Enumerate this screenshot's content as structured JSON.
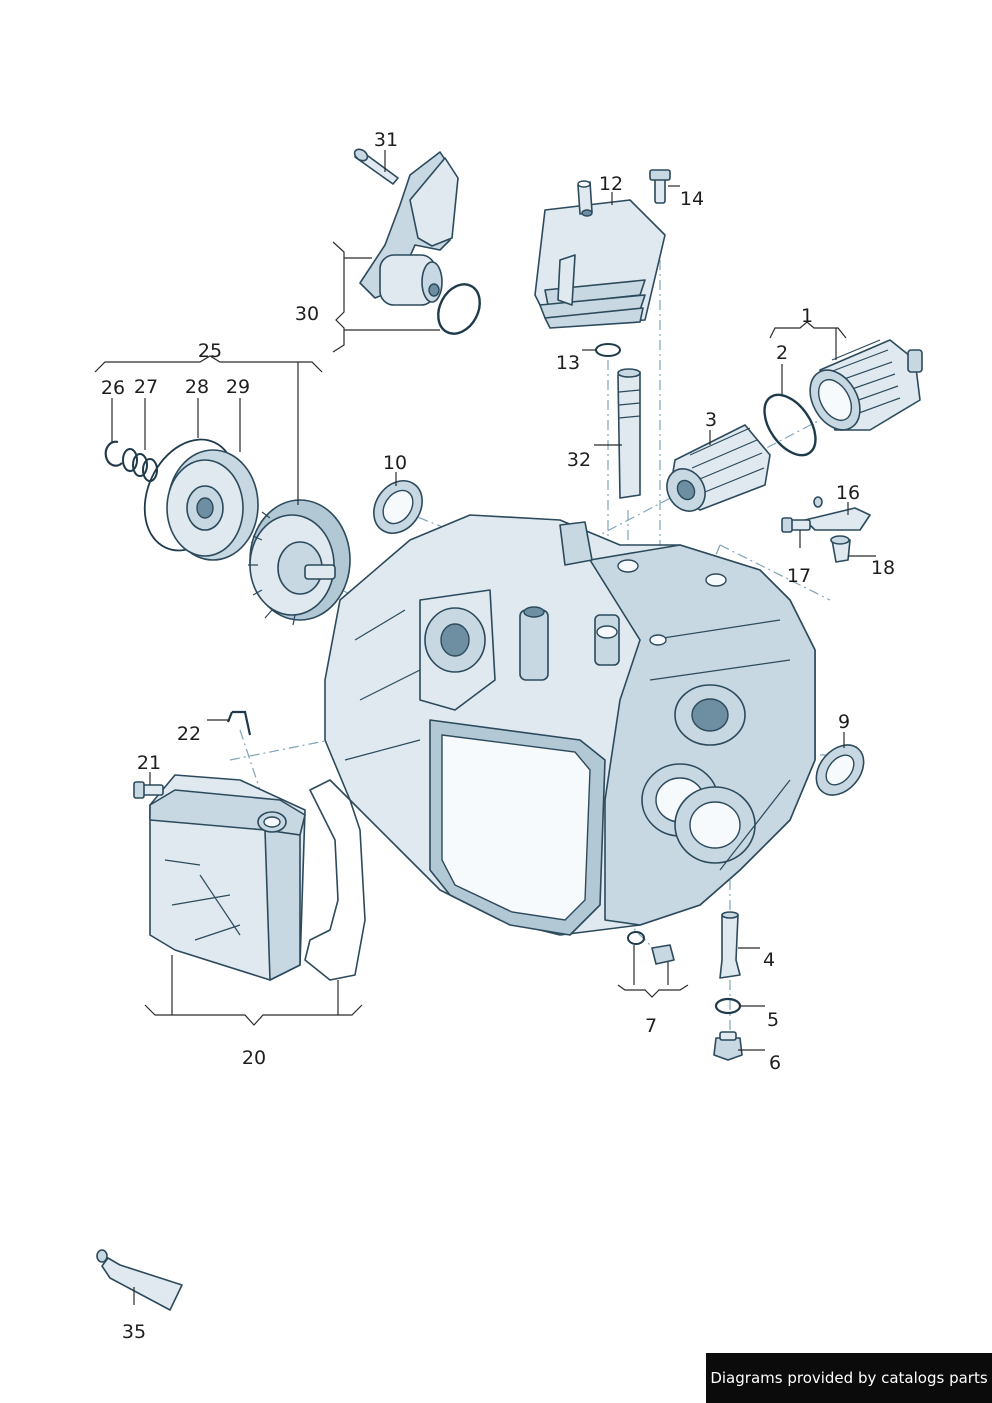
{
  "callouts": {
    "c1": "1",
    "c2": "2",
    "c3": "3",
    "c4": "4",
    "c5": "5",
    "c6": "6",
    "c7": "7",
    "c9": "9",
    "c10": "10",
    "c12": "12",
    "c13": "13",
    "c14": "14",
    "c16": "16",
    "c17": "17",
    "c18": "18",
    "c20": "20",
    "c21": "21",
    "c22": "22",
    "c25": "25",
    "c26": "26",
    "c27": "27",
    "c28": "28",
    "c29": "29",
    "c30": "30",
    "c31": "31",
    "c32": "32",
    "c35": "35"
  },
  "footer": {
    "credit": "Diagrams provided by catalogs parts"
  },
  "colors": {
    "part_fill": "#dfe9ef",
    "part_outline": "#2c4a5c",
    "leader": "#2a2a2a",
    "axis_dash": "#7fa3b8",
    "banner": "#0b0b0b"
  }
}
